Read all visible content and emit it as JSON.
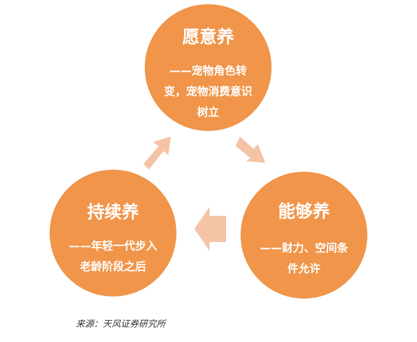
{
  "nodes": [
    {
      "title": "愿意养",
      "desc": "——宠物角色转变，宠物消费意识树立"
    },
    {
      "title": "能够养",
      "desc": "——财力、空间条件允许"
    },
    {
      "title": "持续养",
      "desc": "——年轻一代步入老龄阶段之后"
    }
  ],
  "colors": {
    "circle": "#f0954a",
    "arrow": "#f5c3a5"
  },
  "source": "来源：天风证券研究所"
}
